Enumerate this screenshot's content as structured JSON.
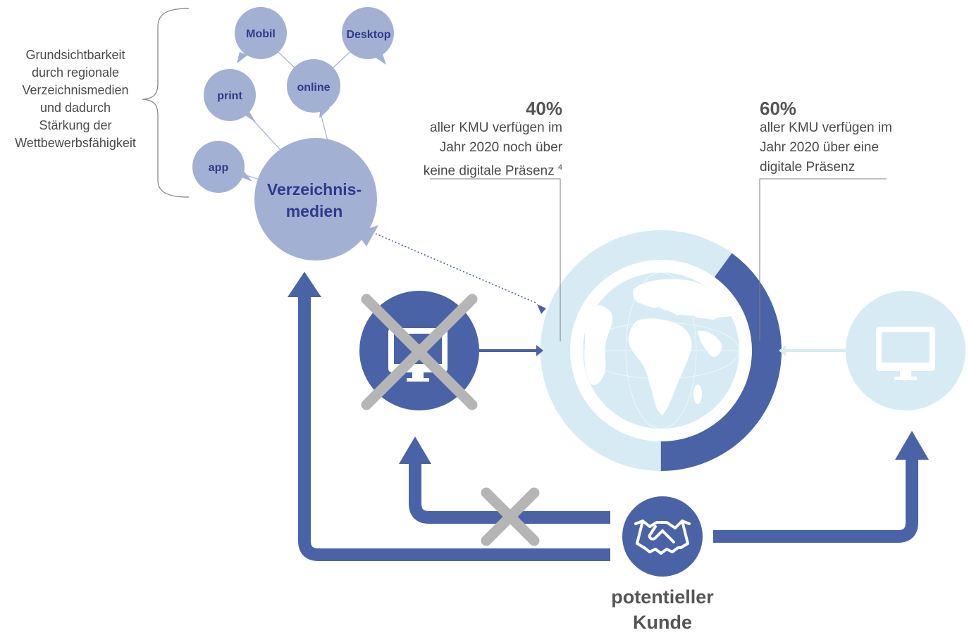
{
  "side_note": {
    "lines": [
      "Grundsichtbarkeit",
      "durch regionale",
      "Verzeichnismedien",
      "und dadurch",
      "Stärkung der",
      "Wettbewerbsfähigkeit"
    ]
  },
  "bubbles": {
    "mobil": "Mobil",
    "desktop": "Desktop",
    "online": "online",
    "print": "print",
    "app": "app",
    "main_line1": "Verzeichnis-",
    "main_line2": "medien"
  },
  "stats": {
    "left": {
      "percent": "40%",
      "lines": [
        "aller KMU verfügen im",
        "Jahr 2020 noch  über",
        "keine digitale Präsenz"
      ],
      "footnote": "4",
      "share": 0.4
    },
    "right": {
      "percent": "60%",
      "lines": [
        "aller KMU verfügen im",
        "Jahr 2020 über eine",
        "digitale Präsenz"
      ],
      "share": 0.6
    }
  },
  "customer": {
    "line1": "potentieller",
    "line2": "Kunde"
  },
  "icons": {
    "bubble_diagram": "speech-bubble-icon",
    "no_web": "monitor-crossed-icon",
    "web": "monitor-icon",
    "globe": "globe-icon",
    "handshake": "handshake-icon",
    "blocked_path": "cross-icon"
  },
  "colors": {
    "dark_blue": "#4a63a7",
    "bubble_blue": "#a2b0d3",
    "light_blue": "#d6ebf3",
    "gray_cross": "#b5b5b5",
    "text_dark_blue": "#2e3a8c"
  }
}
